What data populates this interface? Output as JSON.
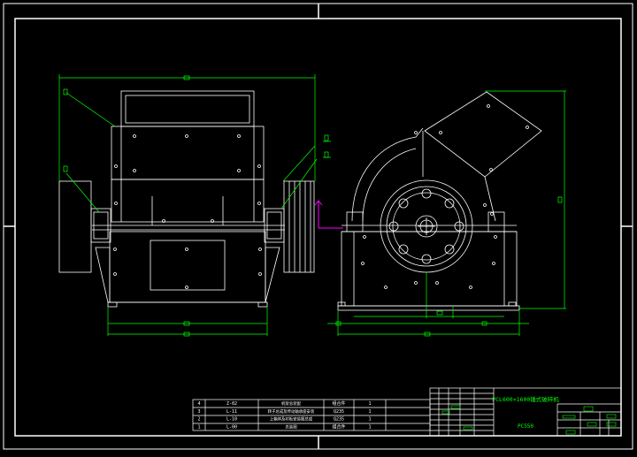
{
  "colors": {
    "background": "#000000",
    "outline": "#ffffff",
    "dimension": "#00ff00",
    "accent": "#ff00ff"
  },
  "title_block": {
    "drawing_title": "PCL600×1600锤式破碎机",
    "drawing_code": "PC550"
  },
  "parts_list": [
    {
      "code": "Z-02",
      "name": "机架总装配",
      "material": "组合件",
      "qty": "1"
    },
    {
      "code": "L-11",
      "name": "转子总成及传动轴承座安装",
      "material": "Q235",
      "qty": "1"
    },
    {
      "code": "L-10",
      "name": "上箱体及衬板安装图总成",
      "material": "Q235",
      "qty": "1"
    },
    {
      "code": "L-00",
      "name": "总装图",
      "material": "组合件",
      "qty": "1"
    }
  ]
}
